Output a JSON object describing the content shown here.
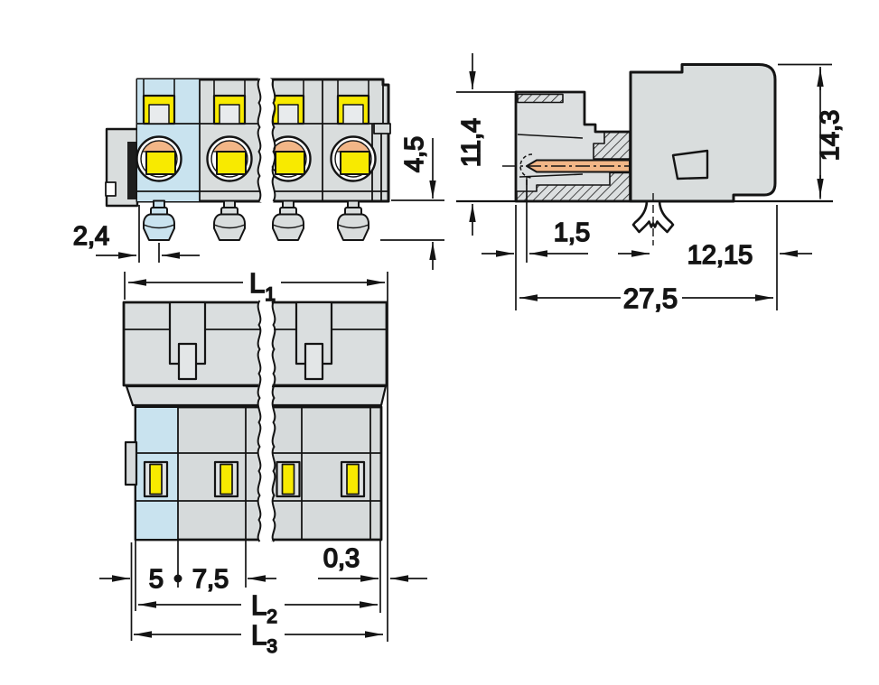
{
  "colors": {
    "background": "#ffffff",
    "outline": "#141414",
    "body_gray": "#d9dddd",
    "body_light": "#e3e6e7",
    "first_pole_blue": "#c9e3ef",
    "contact_yellow": "#f8ea00",
    "copper_orange": "#f2b687",
    "slot_dark": "#1e1e1e"
  },
  "dimensions": {
    "front_view": {
      "pin_center_offset": "2,4",
      "pin_length": "4,5"
    },
    "side_view": {
      "housing_height": "11,4",
      "total_height": "14,3",
      "pin_recess": "1,5",
      "foot_to_end": "12,15",
      "total_depth": "27,5"
    },
    "top_view": {
      "first_pole_offset": "5",
      "pole_pitch": "7,5",
      "edge_gap": "0,3"
    },
    "lengths": {
      "symbol": "L",
      "l1_subscript": "1",
      "l2_subscript": "2",
      "l3_subscript": "3"
    }
  }
}
